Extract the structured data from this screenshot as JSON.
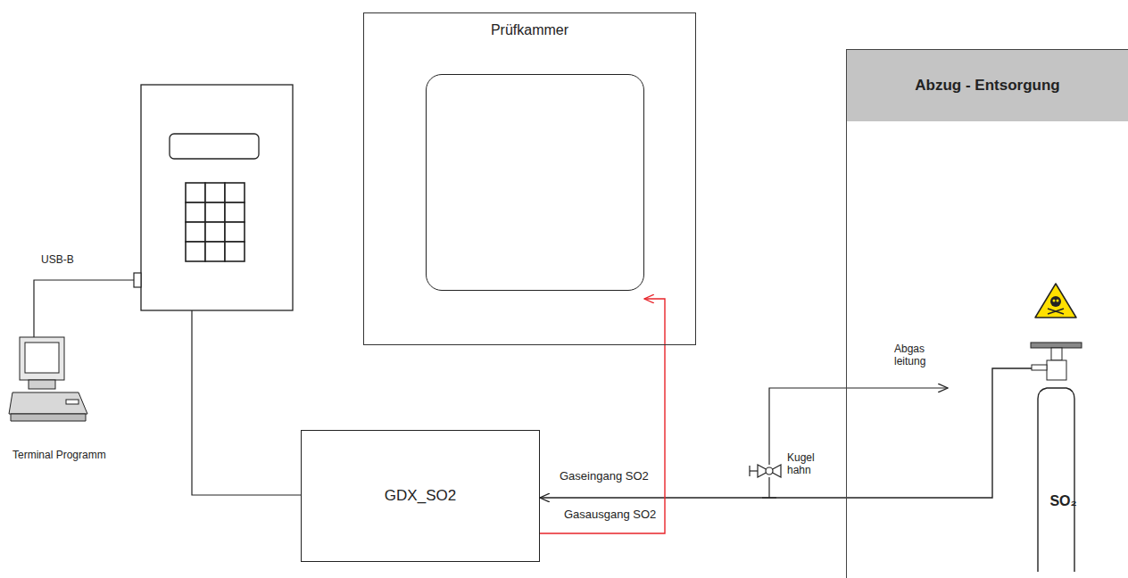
{
  "diagram": {
    "nodes": [
      {
        "text": [
          "Prüfkammer"
        ]
      },
      {
        "text": [
          "Abzug - Entsorgung"
        ]
      },
      {
        "text": [
          "SO₂"
        ],
        "in": 1
      },
      {
        "text": [
          "Terminal Programm"
        ]
      },
      {
        "text": [
          "GDX_SO2"
        ]
      }
    ],
    "edges": [
      {
        "from": 2,
        "to": 4,
        "label": "Gaseingang SO2",
        "arrow": "to"
      },
      {
        "from": 4,
        "to": 0,
        "label": "Gasausgang SO2",
        "arrow": "to"
      }
    ],
    "labels": [
      "USB-B",
      "Abgas leitung",
      "Kugel hahn"
    ]
  }
}
